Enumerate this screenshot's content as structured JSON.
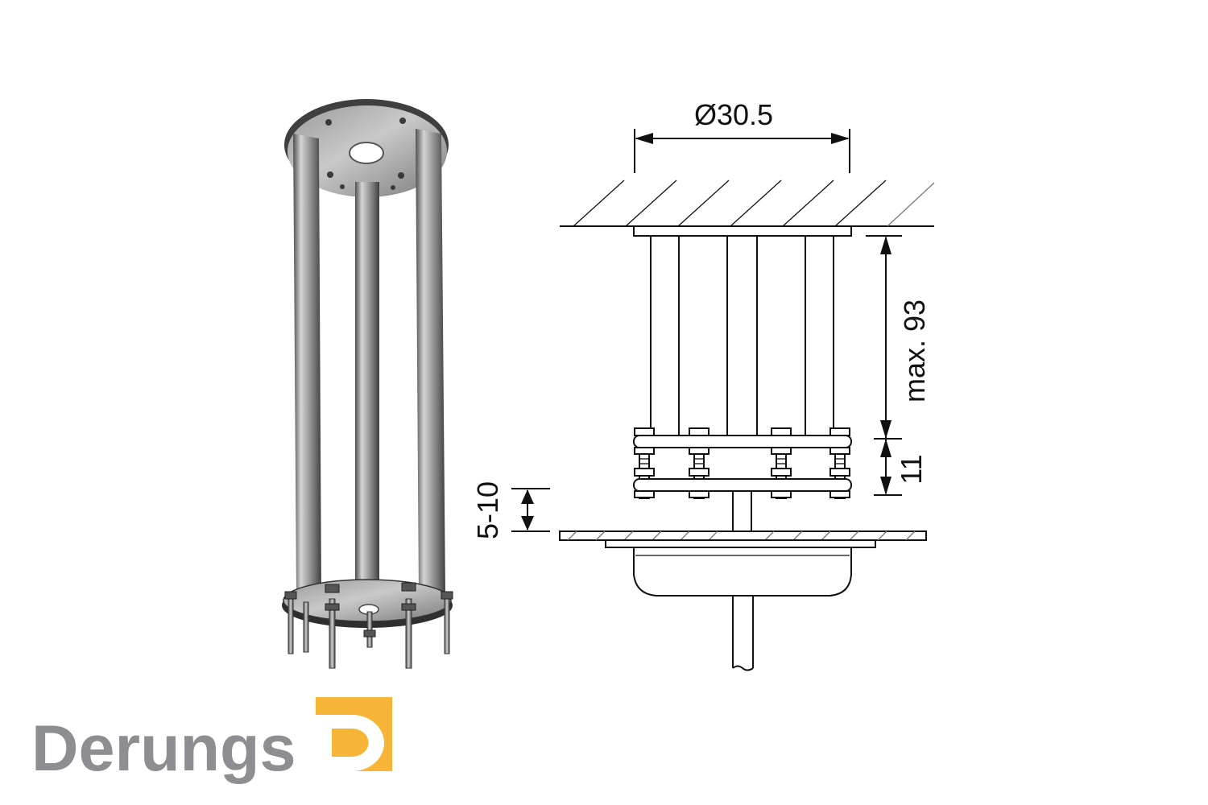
{
  "drawing": {
    "diameter_label": "Ø30.5",
    "max_height_label": "max. 93",
    "plate_spacing_label": "11",
    "ceiling_gap_label": "5-10"
  },
  "logo": {
    "wordmark": "Derungs",
    "mark_letter": "D",
    "wordmark_color": "#8c8e91",
    "mark_color": "#f6b537"
  }
}
